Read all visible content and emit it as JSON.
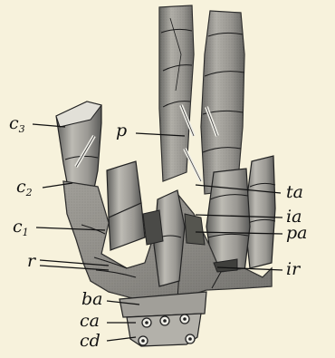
{
  "labels": {
    "c3": "c",
    "c3_sub": "3",
    "c2": "c",
    "c2_sub": "2",
    "c1": "c",
    "c1_sub": "1",
    "p": "p",
    "r": "r",
    "ba": "ba",
    "ca": "ca",
    "cd": "cd",
    "ta": "ta",
    "ia": "ia",
    "pa": "pa",
    "ir": "ir"
  },
  "colors": {
    "paper": "#f7f2dc",
    "fossil_mid": "#9a9a96",
    "fossil_light": "#cfcdc6",
    "fossil_dark": "#4e4e4c",
    "ink": "#111111"
  }
}
